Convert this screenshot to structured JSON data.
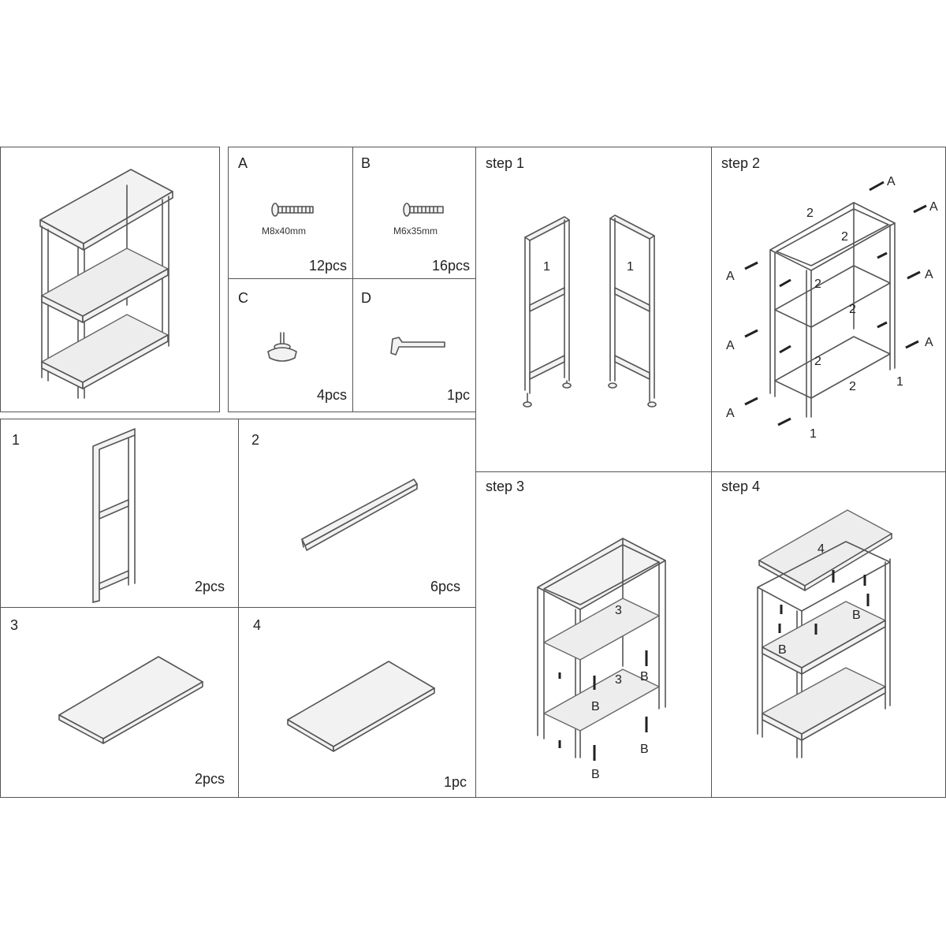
{
  "overview": {},
  "hardware": [
    {
      "letter": "A",
      "spec": "M8x40mm",
      "qty": "12pcs",
      "icon": "screw-icon"
    },
    {
      "letter": "B",
      "spec": "M6x35mm",
      "qty": "16pcs",
      "icon": "screw-icon"
    },
    {
      "letter": "C",
      "spec": "",
      "qty": "4pcs",
      "icon": "leveling-foot-icon"
    },
    {
      "letter": "D",
      "spec": "",
      "qty": "1pc",
      "icon": "allen-key-icon"
    }
  ],
  "parts": [
    {
      "number": "1",
      "qty": "2pcs",
      "icon": "side-frame-icon"
    },
    {
      "number": "2",
      "qty": "6pcs",
      "icon": "crossbar-icon"
    },
    {
      "number": "3",
      "qty": "2pcs",
      "icon": "shelf-board-icon"
    },
    {
      "number": "4",
      "qty": "1pc",
      "icon": "top-board-icon"
    }
  ],
  "steps": [
    {
      "label": "step  1",
      "callouts": [
        "1",
        "1"
      ]
    },
    {
      "label": "step  2",
      "callouts": [
        "2",
        "2",
        "2",
        "2",
        "2",
        "2",
        "1",
        "1",
        "A",
        "A",
        "A",
        "A",
        "A",
        "A",
        "A"
      ]
    },
    {
      "label": "step  3",
      "callouts": [
        "3",
        "3",
        "B",
        "B",
        "B",
        "B"
      ]
    },
    {
      "label": "step  4",
      "callouts": [
        "4",
        "B",
        "B"
      ]
    }
  ]
}
